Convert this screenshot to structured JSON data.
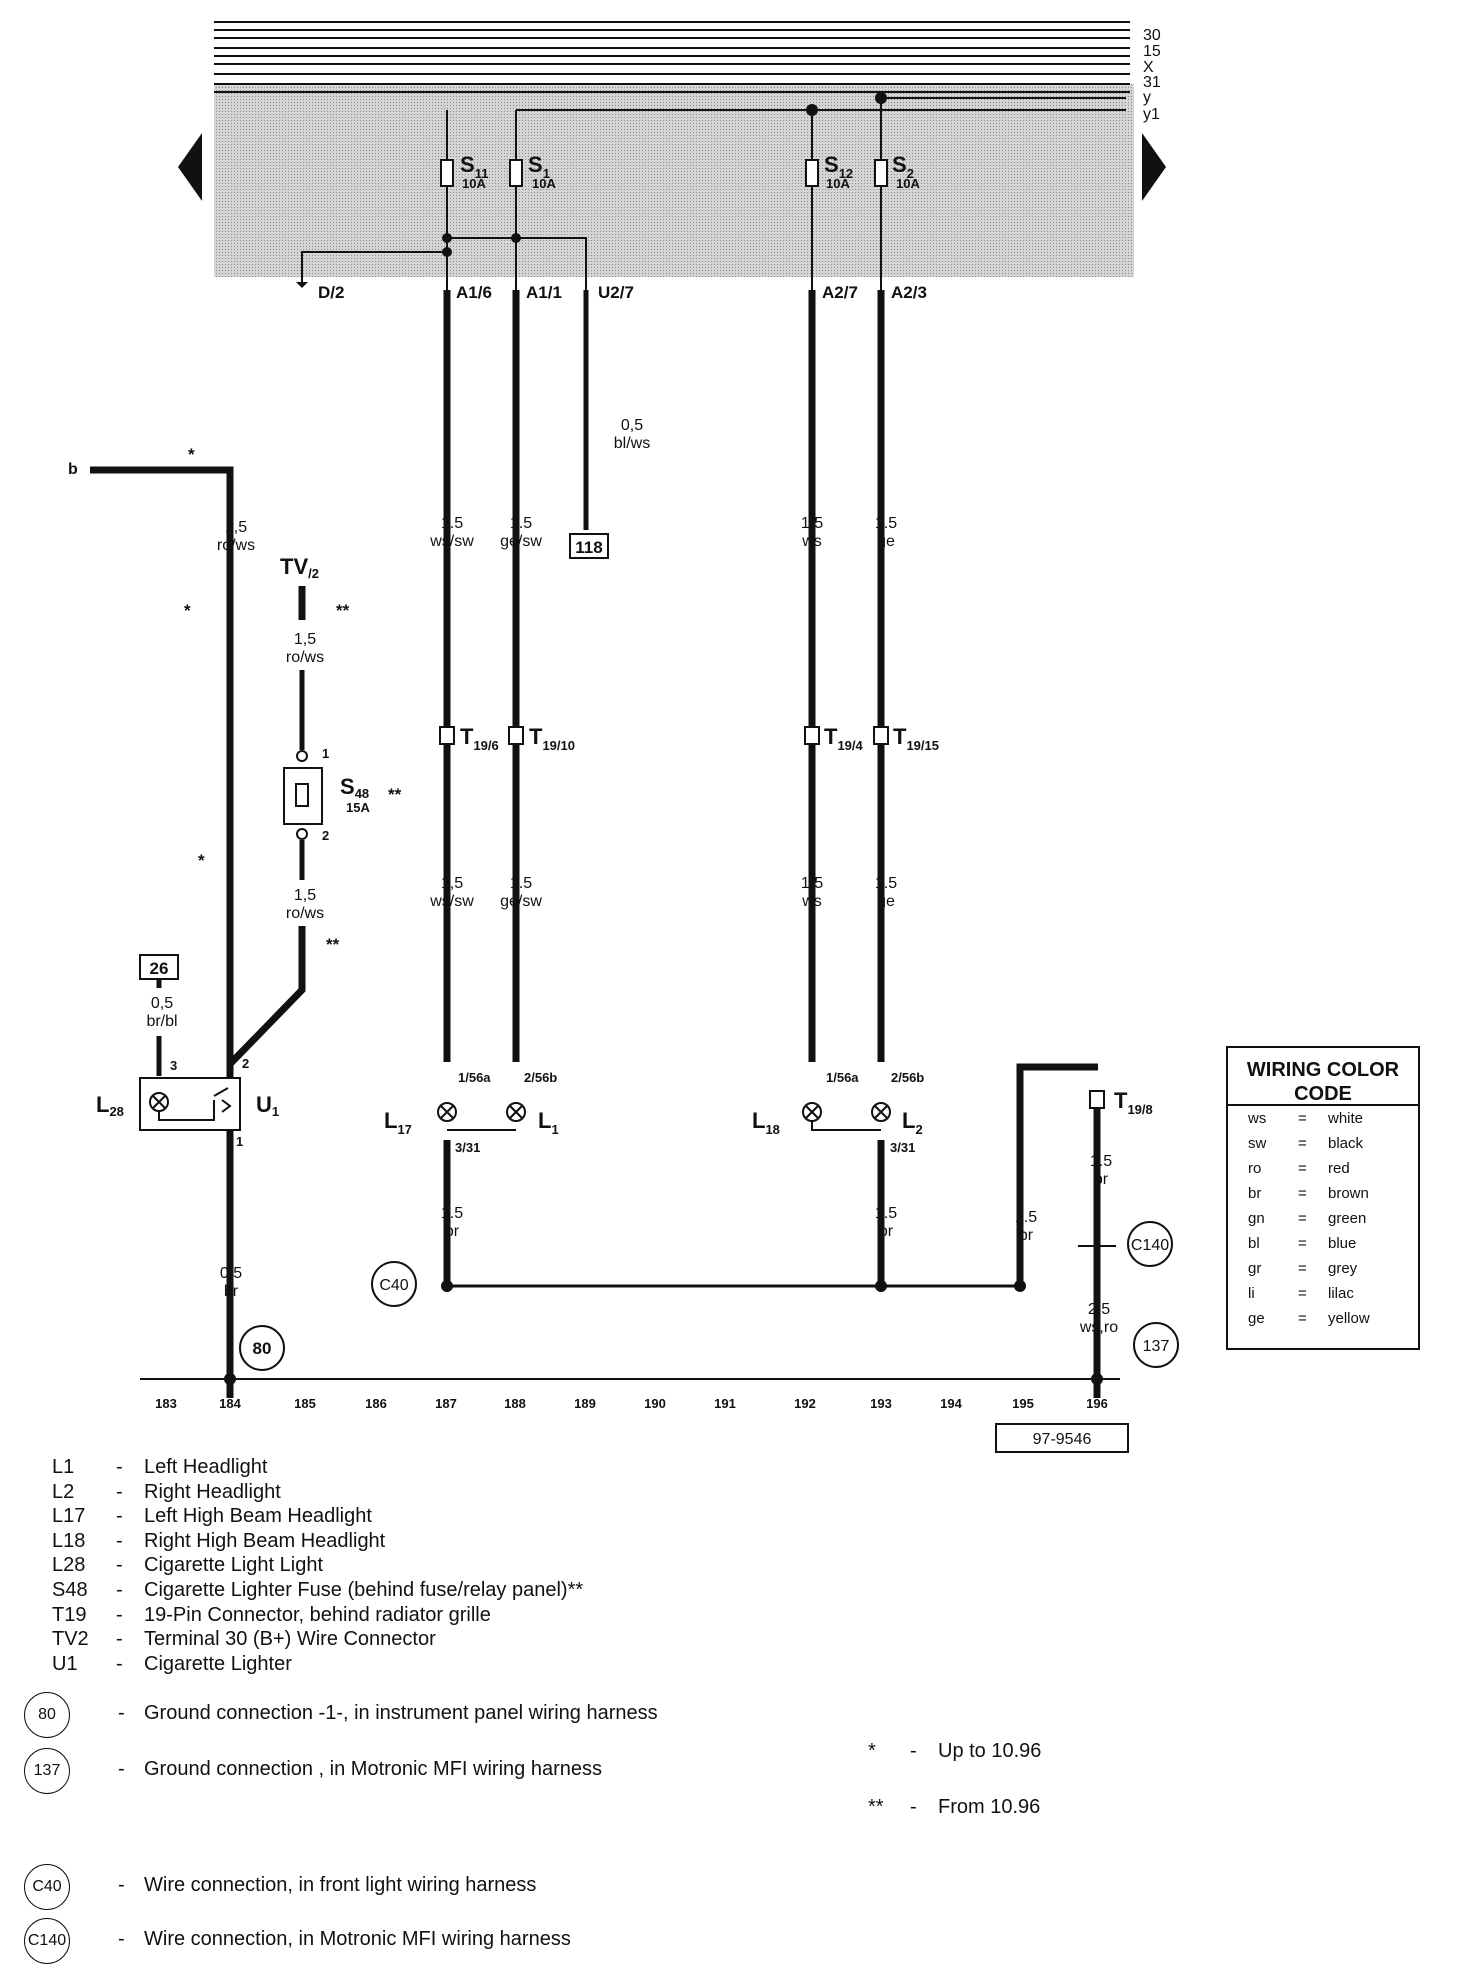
{
  "bus_labels": [
    "30",
    "15",
    "X",
    "31",
    "y",
    "y1"
  ],
  "fuses": [
    {
      "id": "S11",
      "name": "S",
      "sub": "11",
      "rating": "10A"
    },
    {
      "id": "S1",
      "name": "S",
      "sub": "1",
      "rating": "10A"
    },
    {
      "id": "S12",
      "name": "S",
      "sub": "12",
      "rating": "10A"
    },
    {
      "id": "S2",
      "name": "S",
      "sub": "2",
      "rating": "10A"
    }
  ],
  "panel_terminals": [
    "D/2",
    "A1/6",
    "A1/1",
    "U2/7",
    "A2/7",
    "A2/3"
  ],
  "wires": {
    "b_label": "b",
    "w184_top": {
      "size": "1,5",
      "color": "ro/ws"
    },
    "tv2_wire": {
      "size": "1,5",
      "color": "ro/ws"
    },
    "s48_out": {
      "size": "1,5",
      "color": "ro/ws"
    },
    "l28_wire": {
      "size": "0,5",
      "color": "br/bl"
    },
    "u1_ground": {
      "size": "0,5",
      "color": "br"
    },
    "u27_wire": {
      "size": "0,5",
      "color": "bl/ws"
    },
    "w187_top": {
      "size": "1.5",
      "color": "ws/sw"
    },
    "w188_top": {
      "size": "1.5",
      "color": "ge/sw"
    },
    "w192_top": {
      "size": "1.5",
      "color": "ws"
    },
    "w193_top": {
      "size": "1.5",
      "color": "ge"
    },
    "w187_mid": {
      "size": "1,5",
      "color": "ws/sw"
    },
    "w188_mid": {
      "size": "1.5",
      "color": "ge/sw"
    },
    "w192_mid": {
      "size": "1.5",
      "color": "ws"
    },
    "w193_mid": {
      "size": "1.5",
      "color": "ge"
    },
    "w187_gnd": {
      "size": "1.5",
      "color": "br"
    },
    "w193_gnd": {
      "size": "1.5",
      "color": "br"
    },
    "w195_gnd": {
      "size": "1.5",
      "color": "br"
    },
    "w196_top": {
      "size": "1.5",
      "color": "br"
    },
    "w196_bot": {
      "size": "2.5",
      "color": "ws,ro"
    }
  },
  "connectors": {
    "t19_6": {
      "name": "T",
      "sub": "19/6"
    },
    "t19_10": {
      "name": "T",
      "sub": "19/10"
    },
    "t19_4": {
      "name": "T",
      "sub": "19/4"
    },
    "t19_15": {
      "name": "T",
      "sub": "19/15"
    },
    "t19_8": {
      "name": "T",
      "sub": "19/8"
    },
    "tv2": {
      "name": "TV",
      "sub": "/2"
    }
  },
  "s48": {
    "name": "S",
    "sub": "48",
    "rating": "15A",
    "mark": "**",
    "pin1": "1",
    "pin2": "2"
  },
  "u1": {
    "name": "U",
    "sub": "1",
    "pin1": "1",
    "pin2": "2",
    "pin3": "3"
  },
  "l28": {
    "name": "L",
    "sub": "28"
  },
  "lamps": {
    "l17": {
      "name": "L",
      "sub": "17",
      "pin_in": "1/56a",
      "pin_out": "3/31"
    },
    "l1": {
      "name": "L",
      "sub": "1",
      "pin_in": "2/56b"
    },
    "l18": {
      "name": "L",
      "sub": "18",
      "pin_in": "1/56a"
    },
    "l2": {
      "name": "L",
      "sub": "2",
      "pin_in": "2/56b",
      "pin_out": "3/31"
    }
  },
  "refs": {
    "r118": "118",
    "r26": "26"
  },
  "marks": {
    "star": "*",
    "dstar": "**"
  },
  "circle_refs": {
    "c40": "C40",
    "c140": "C140",
    "g80": "80",
    "g137": "137"
  },
  "track_numbers": [
    "183",
    "184",
    "185",
    "186",
    "187",
    "188",
    "189",
    "190",
    "191",
    "192",
    "193",
    "194",
    "195",
    "196"
  ],
  "figure_id": "97-9546",
  "color_code": {
    "title_line1": "WIRING COLOR",
    "title_line2": "CODE",
    "entries": [
      {
        "abbr": "ws",
        "eq": "=",
        "name": "white"
      },
      {
        "abbr": "sw",
        "eq": "=",
        "name": "black"
      },
      {
        "abbr": "ro",
        "eq": "=",
        "name": "red"
      },
      {
        "abbr": "br",
        "eq": "=",
        "name": "brown"
      },
      {
        "abbr": "gn",
        "eq": "=",
        "name": "green"
      },
      {
        "abbr": "bl",
        "eq": "=",
        "name": "blue"
      },
      {
        "abbr": "gr",
        "eq": "=",
        "name": "grey"
      },
      {
        "abbr": "li",
        "eq": "=",
        "name": "lilac"
      },
      {
        "abbr": "ge",
        "eq": "=",
        "name": "yellow"
      }
    ]
  },
  "legend": [
    {
      "code": "L1",
      "dash": "-",
      "desc": "Left Headlight"
    },
    {
      "code": "L2",
      "dash": "-",
      "desc": "Right Headlight"
    },
    {
      "code": "L17",
      "dash": "-",
      "desc": "Left High Beam Headlight"
    },
    {
      "code": "L18",
      "dash": "-",
      "desc": "Right High Beam Headlight"
    },
    {
      "code": "L28",
      "dash": "-",
      "desc": "Cigarette Light Light"
    },
    {
      "code": "S48",
      "dash": "-",
      "desc": "Cigarette Lighter Fuse (behind fuse/relay panel)**"
    },
    {
      "code": "T19",
      "dash": "-",
      "desc": "19-Pin Connector, behind radiator grille"
    },
    {
      "code": "TV2",
      "dash": "-",
      "desc": "Terminal 30 (B+) Wire Connector"
    },
    {
      "code": "U1",
      "dash": "-",
      "desc": "Cigarette Lighter"
    }
  ],
  "circle_legend": [
    {
      "ref": "80",
      "dash": "-",
      "desc": "Ground connection -1-, in instrument panel wiring harness"
    },
    {
      "ref": "137",
      "dash": "-",
      "desc": "Ground connection , in Motronic MFI wiring harness"
    },
    {
      "ref": "C40",
      "dash": "-",
      "desc": "Wire connection, in front light wiring harness"
    },
    {
      "ref": "C140",
      "dash": "-",
      "desc": "Wire connection, in Motronic MFI wiring harness"
    }
  ],
  "notes": [
    {
      "sym": "*",
      "dash": "-",
      "desc": "Up to 10.96"
    },
    {
      "sym": "**",
      "dash": "-",
      "desc": "From 10.96"
    }
  ],
  "colors": {
    "ink": "#111111",
    "panel": "#cfcfcf",
    "background": "#ffffff"
  }
}
